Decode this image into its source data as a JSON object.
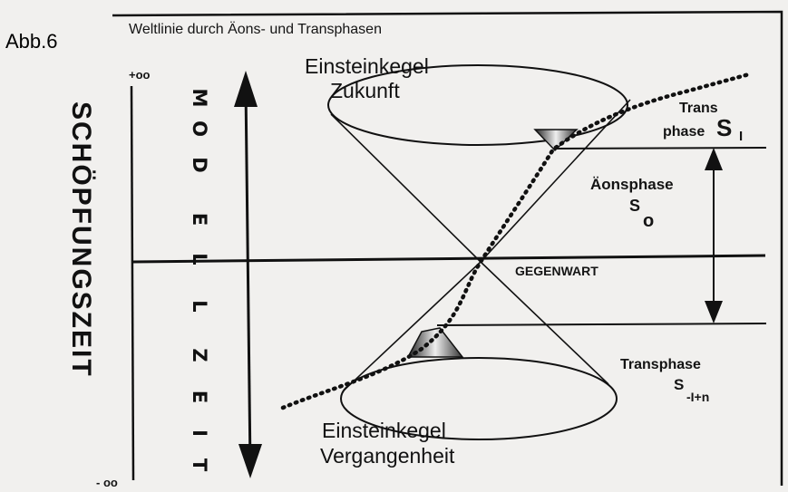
{
  "figure_label": "Abb.6",
  "title": "Weltlinie durch Äons- und Transphasen",
  "axis": {
    "vertical_label": "SCHÖPFUNGSZEIT",
    "top_label": "+oo",
    "bottom_label": "- oo",
    "arrow_label_letters": [
      "M",
      "O",
      "D",
      "E",
      "L",
      "L",
      "Z",
      "E",
      "I",
      "T"
    ]
  },
  "cones": {
    "future_line1": "Einsteinkegel",
    "future_line2": "Zukunft",
    "past_line1": "Einsteinkegel",
    "past_line2": "Vergangenheit"
  },
  "present_label": "GEGENWART",
  "phases": {
    "trans_upper_line1": "Trans",
    "trans_upper_line2": "phase",
    "trans_upper_symbol": "S",
    "trans_upper_subscript": "I",
    "aeon_line1": "Äonsphase",
    "aeon_symbol": "S",
    "aeon_subscript": "o",
    "trans_lower_line1": "Transphase",
    "trans_lower_symbol": "S",
    "trans_lower_subscript": "-I+n"
  },
  "colors": {
    "paper": "#f1f0ee",
    "ink": "#141414"
  }
}
